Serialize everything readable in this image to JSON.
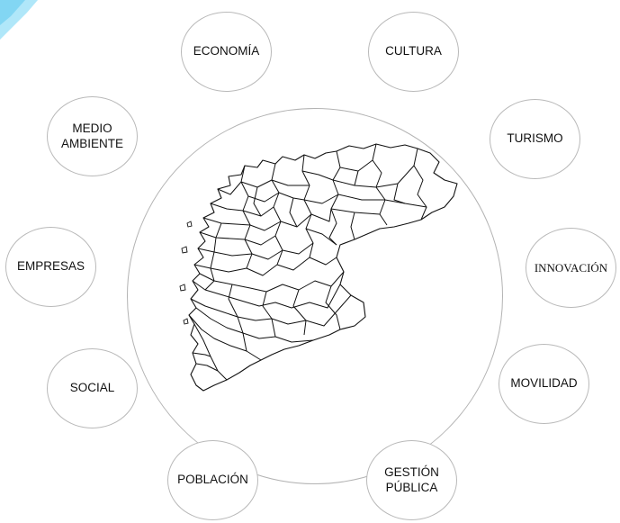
{
  "diagram": {
    "center": {
      "map_icon": "region-municipalities-map-icon"
    },
    "topics": {
      "economia": "ECONOMÍA",
      "cultura": "CULTURA",
      "medio_ambiente": "MEDIO\nAMBIENTE",
      "turismo": "TURISMO",
      "empresas": "EMPRESAS",
      "innovacion": "INNOVACIÓN",
      "social": "SOCIAL",
      "movilidad": "MOVILIDAD",
      "poblacion": "POBLACIÓN",
      "gestion_publica": "GESTIÓN\nPÚBLICA"
    }
  },
  "colors": {
    "circle_stroke": "#b3b3b3",
    "bubble_stroke": "#b9b9b9",
    "map_stroke": "#111111",
    "accent": "#6fd4f4",
    "text": "#111111"
  }
}
